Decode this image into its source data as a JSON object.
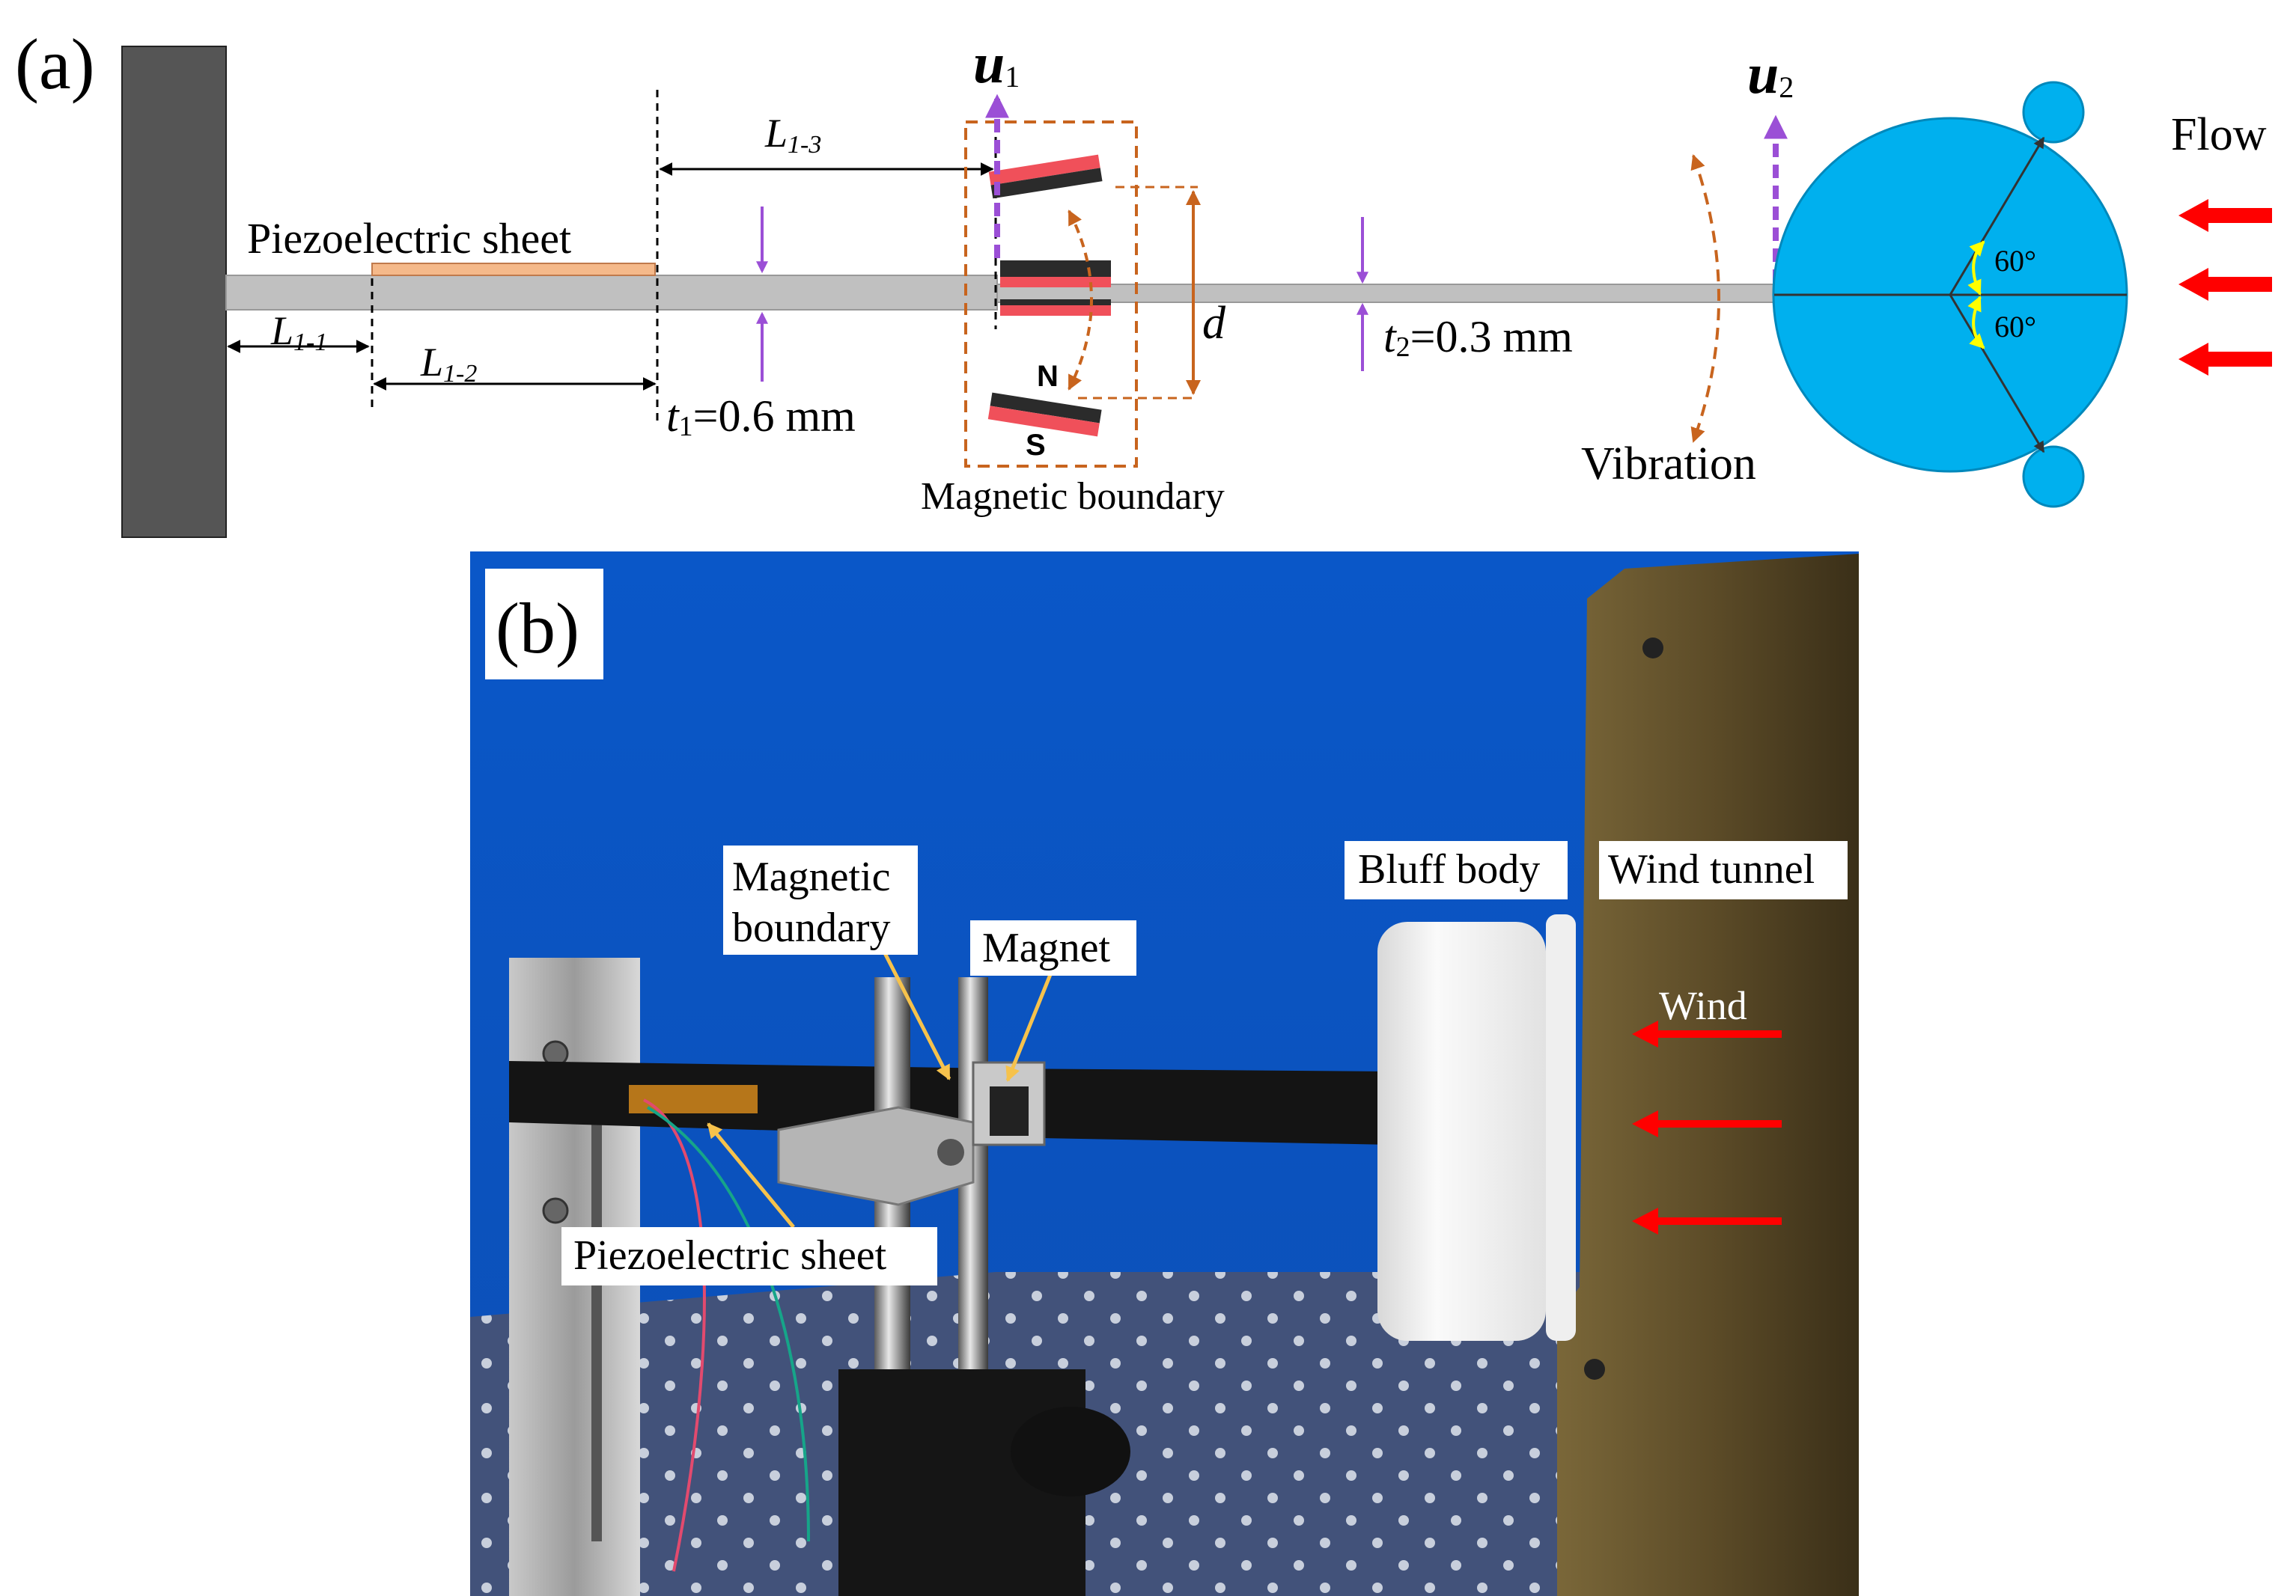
{
  "panel_a": {
    "panel_label": "(a)",
    "labels": {
      "piezo_sheet": "Piezoelectric sheet",
      "L11": "L",
      "L11_sub": "1-1",
      "L12": "L",
      "L12_sub": "1-2",
      "L13": "L",
      "L13_sub": "1-3",
      "t1_sym": "t",
      "t1_sub": "1",
      "t1_value": "=0.6 mm",
      "t2_sym": "t",
      "t2_sub": "2",
      "t2_value": "=0.3 mm",
      "u1_sym": "u",
      "u1_sub": "1",
      "u2_sym": "u",
      "u2_sub": "2",
      "d_label": "d",
      "pole_n": "N",
      "pole_s": "S",
      "magnetic_boundary": "Magnetic boundary",
      "vibration": "Vibration",
      "flow": "Flow",
      "angle_top": "60°",
      "angle_bottom": "60°"
    },
    "colors": {
      "clamp": "#555555",
      "beam": "#c0c0c0",
      "piezo": "#f5b98a",
      "magnet_red": "#f0505a",
      "magnet_black": "#2b2b2b",
      "boundary_dashed": "#c8641e",
      "motion_arrow": "#9b4fd6",
      "bluff_body": "#00b0ee",
      "flow_arrow": "#ff0000",
      "angle_arc": "#ffff00"
    }
  },
  "panel_b": {
    "panel_label": "(b)",
    "labels": {
      "magnetic_boundary_line1": "Magnetic",
      "magnetic_boundary_line2": "boundary",
      "magnet": "Magnet",
      "bluff_body": "Bluff body",
      "wind_tunnel": "Wind tunnel",
      "wind": "Wind",
      "piezo_sheet": "Piezoelectric sheet"
    },
    "colors": {
      "backdrop": "#0b58c9",
      "table": "#3e4d6d",
      "wind_tunnel": "#6b5a33",
      "callout_arrow": "#f6c24c",
      "wind_arrow": "#ff0000"
    }
  }
}
